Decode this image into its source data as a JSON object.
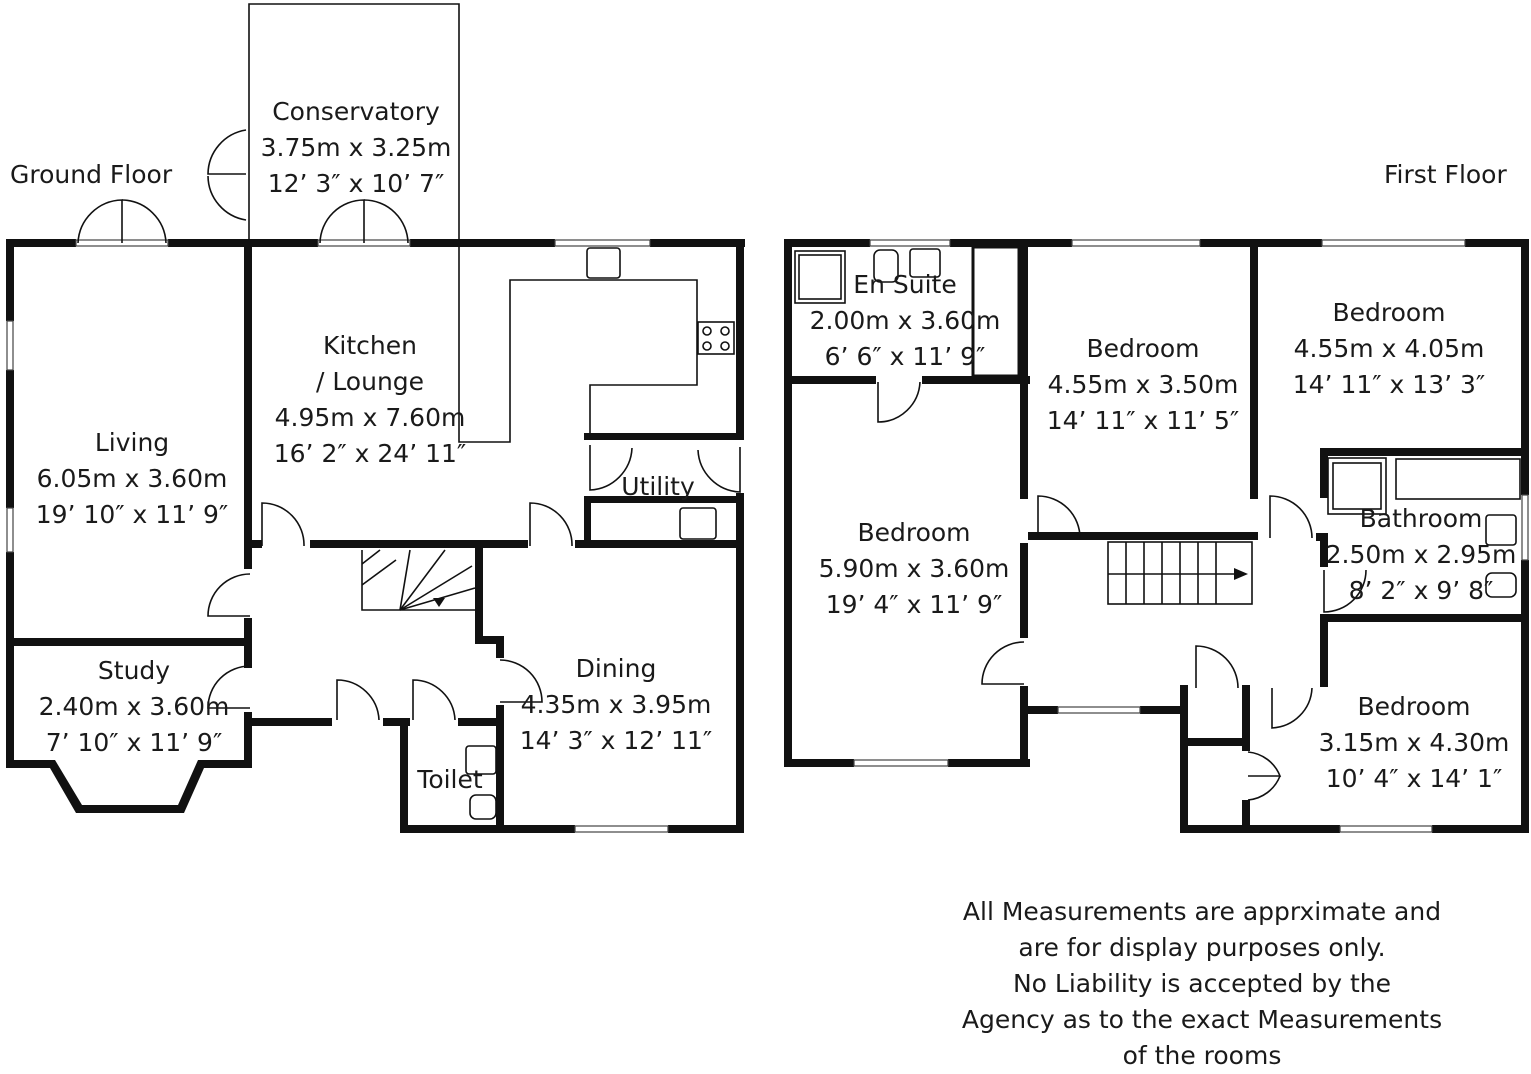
{
  "floors": {
    "ground": "Ground Floor",
    "first": "First Floor"
  },
  "rooms": {
    "conservatory": {
      "name": "Conservatory",
      "metric": "3.75m x 3.25m",
      "imperial": "12’ 3″ x 10’ 7″"
    },
    "kitchen": {
      "name": "Kitchen",
      "name2": "/ Lounge",
      "metric": "4.95m x 7.60m",
      "imperial": "16’ 2″ x 24’ 11″"
    },
    "living": {
      "name": "Living",
      "metric": "6.05m x 3.60m",
      "imperial": "19’ 10″ x 11’ 9″"
    },
    "utility": {
      "name": "Utility"
    },
    "study": {
      "name": "Study",
      "metric": "2.40m x 3.60m",
      "imperial": "7’ 10″ x 11’ 9″"
    },
    "dining": {
      "name": "Dining",
      "metric": "4.35m x 3.95m",
      "imperial": "14’ 3″ x 12’ 11″"
    },
    "toilet": {
      "name": "Toilet"
    },
    "ensuite": {
      "name": "En Suite",
      "metric": "2.00m x 3.60m",
      "imperial": "6’ 6″ x 11’ 9″"
    },
    "bedroom_mid": {
      "name": "Bedroom",
      "metric": "4.55m x 3.50m",
      "imperial": "14’ 11″ x 11’ 5″"
    },
    "bedroom_right": {
      "name": "Bedroom",
      "metric": "4.55m x 4.05m",
      "imperial": "14’ 11″ x 13’ 3″"
    },
    "bedroom_large": {
      "name": "Bedroom",
      "metric": "5.90m x 3.60m",
      "imperial": "19’ 4″ x 11’ 9″"
    },
    "bathroom": {
      "name": "Bathroom",
      "metric": "2.50m x 2.95m",
      "imperial": "8’ 2″ x 9’ 8″"
    },
    "bedroom_small": {
      "name": "Bedroom",
      "metric": "3.15m x 4.30m",
      "imperial": "10’ 4″ x 14’ 1″"
    }
  },
  "disclaimer": [
    "All Measurements are apprximate and",
    "are for display purposes only.",
    "No Liability is accepted by the",
    "Agency as to the exact Measurements",
    "of the rooms"
  ]
}
